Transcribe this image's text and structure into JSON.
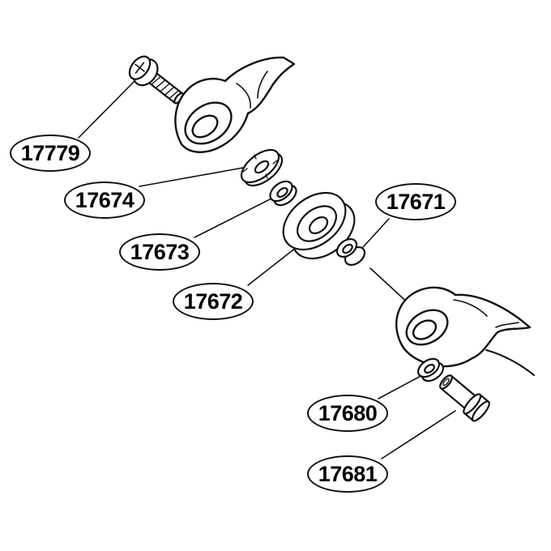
{
  "canvas": {
    "background": "#ffffff",
    "line_color": "#111111"
  },
  "diagram": {
    "type": "exploded-parts-diagram",
    "labels": [
      {
        "part_no": "17779"
      },
      {
        "part_no": "17674"
      },
      {
        "part_no": "17673"
      },
      {
        "part_no": "17672"
      },
      {
        "part_no": "17671"
      },
      {
        "part_no": "17680"
      },
      {
        "part_no": "17681"
      }
    ]
  }
}
